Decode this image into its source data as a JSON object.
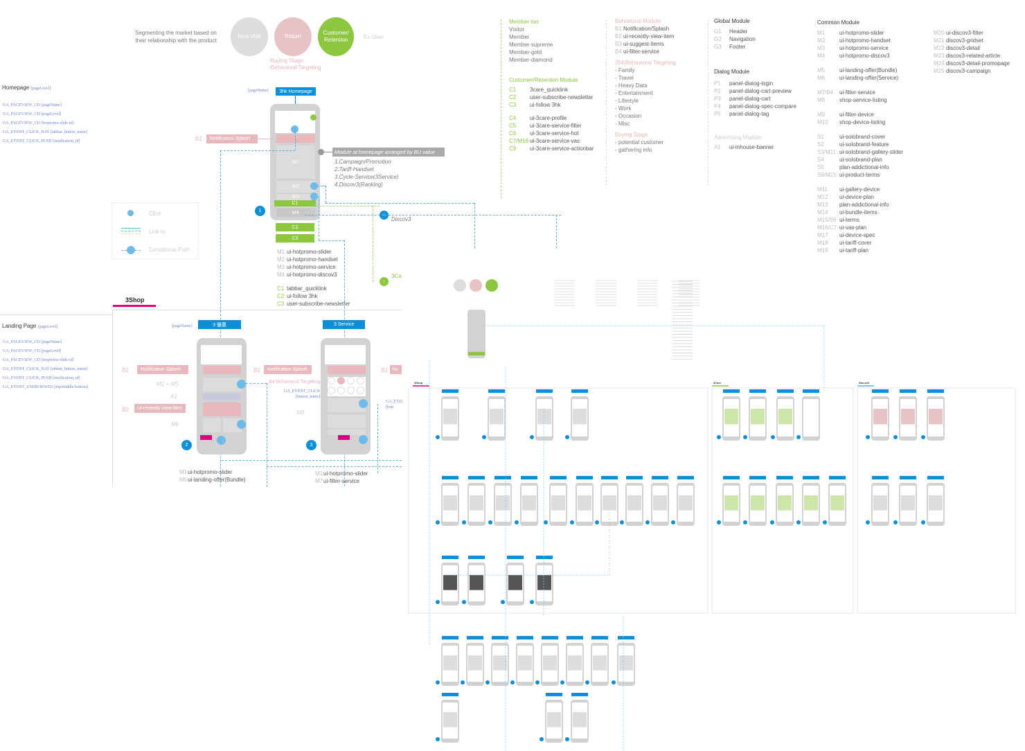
{
  "segmentation": {
    "caption_line1": "Segmenting the market based on",
    "caption_line2": "their relationship with the product",
    "new_visit": "New Visit",
    "return": "Return",
    "customer_retention": "Customer/ Retention",
    "ex_user": "Ex-User",
    "buying_stage": "-Buying Stage",
    "behavioral_targeting": "-Behavioral Targeting"
  },
  "member_tier": {
    "title": "Member-tier",
    "items": [
      "Visitor",
      "Member",
      "Member-supreme",
      "Member-gold",
      "Member-diamond"
    ]
  },
  "customer_retention_module": {
    "title": "Customer/Retention Module",
    "items": [
      [
        "C1",
        "3care_quicklink"
      ],
      [
        "C2",
        "user-subscribe-newsletter"
      ],
      [
        "C3",
        "ui-follow 3hk"
      ],
      [
        "C4",
        "ui-3care-profile"
      ],
      [
        "C5",
        "ui-3care-service-filter"
      ],
      [
        "C6",
        "ui-3care-service-hot"
      ],
      [
        "C7/M16",
        "ui-3care-service-vas"
      ],
      [
        "C9",
        "ui-3care-service-actionbar"
      ]
    ]
  },
  "behavioral_module": {
    "title": "Behavioral Module",
    "items": [
      [
        "B1",
        "Notification/Splash"
      ],
      [
        "B2",
        "ui-recently-view-item"
      ],
      [
        "B3",
        "ui-suggest-items"
      ],
      [
        "B4",
        "ui-filter-service"
      ]
    ],
    "targeting_title": "(B4)Behavioral Targeting",
    "targeting": [
      "- Family",
      "- Travel",
      "- Heavy Data",
      "- Entertainment",
      "- Lifestyle",
      "- Work",
      "- Occasion",
      "- Misc"
    ],
    "buying_title": "Buying Stage",
    "buying": [
      "- potential customer",
      "- gathering info"
    ]
  },
  "global_module": {
    "title": "Global Module",
    "items": [
      [
        "G1",
        "Header"
      ],
      [
        "G2",
        "Navigation"
      ],
      [
        "G3",
        "Footer"
      ]
    ]
  },
  "dialog_module": {
    "title": "Dialog Module",
    "items": [
      [
        "P1",
        "panel-dialog-login"
      ],
      [
        "P2",
        "panel-dialog-cart-preview"
      ],
      [
        "P3",
        "panel-dialog-cart"
      ],
      [
        "P4",
        "panel-dialog-spec-compare"
      ],
      [
        "P5",
        "panel-dialog-tag"
      ]
    ]
  },
  "advertising_module": {
    "title": "Advertising Module",
    "items": [
      [
        "A1",
        "ui-inhouse-banner"
      ]
    ]
  },
  "common_module": {
    "title": "Common Module",
    "groups": [
      [
        [
          "M1",
          "ui-hotpromo-slider"
        ],
        [
          "M2",
          "ui-hotpromo-handset"
        ],
        [
          "M3",
          "ui-hotpromo-service"
        ],
        [
          "M4",
          "ui-hotpromo-discov3"
        ]
      ],
      [
        [
          "M5",
          "ui-landing-offer(Bundle)"
        ],
        [
          "M6",
          "ui-landing-offer(Service)"
        ]
      ],
      [
        [
          "M7/B4",
          "ui-filter-service"
        ],
        [
          "M8",
          "shop-service-listing"
        ]
      ],
      [
        [
          "M9",
          "ui-filter-device"
        ],
        [
          "M10",
          "shop-device-listing"
        ]
      ],
      [
        [
          "S1",
          "ui-solobrand-cover"
        ],
        [
          "S2",
          "ui-solobrand-feature"
        ],
        [
          "S3/M11",
          "ui-solobrand-gallery-slider"
        ],
        [
          "S4",
          "ui-solobrand-plan"
        ],
        [
          "S5",
          "plan-addictional-info"
        ],
        [
          "S6/M15",
          "ui-product-terms"
        ]
      ],
      [
        [
          "M11",
          "ui-gallery-device"
        ],
        [
          "M12",
          "ui-device-plan"
        ],
        [
          "M13",
          "plan-addictional-info"
        ],
        [
          "M14",
          "ui-bundle-items"
        ],
        [
          "M15/S6",
          "ui-terms"
        ],
        [
          "M16/C7",
          "ui-vas-plan"
        ],
        [
          "M17",
          "ui-device-spec"
        ],
        [
          "M18",
          "ui-tariff-cover"
        ],
        [
          "M19",
          "ui-tariff-plan"
        ]
      ]
    ],
    "col2": [
      [
        "M20",
        "ui-discov3-filter"
      ],
      [
        "M21",
        "discov3-gridset"
      ],
      [
        "M22",
        "discov3-detail"
      ],
      [
        "M23",
        "discov3-related-article"
      ],
      [
        "M24",
        "discov3-detail-promopage"
      ],
      [
        "M25",
        "discov3-campaign"
      ]
    ]
  },
  "homepage": {
    "title": "Homepage",
    "level": "[pageLevel]",
    "ga": [
      "GA_PAGEVIEW_CD [pageName]",
      "GA_PAGEVIEW_CD [pageLevel]",
      "GA_PAGEVIEW_CD [hotpromo-slide-id]",
      "GA_EVENT_CLICK_NAV [tabbar_button_name]",
      "GA_EVENT_CLICK_PUSH [notification_id]"
    ],
    "page_name_tag": "[pageName]",
    "page_label": "3hk Homepage",
    "b1": "B1",
    "notification": "Notification Splash",
    "blocks": {
      "m1": "M1",
      "m2": "M2",
      "m3": "M3",
      "c1": "C1",
      "m4": "M4",
      "c2": "C2",
      "c3": "C3"
    },
    "callout": "Module at homepage arranged by BU value",
    "callout_list": [
      "1.Campaign/Promotion",
      "2.Tariff-Handset",
      "3.Cycle-Service(3Service)",
      "4.Discov3(Ranking)"
    ],
    "step": "1",
    "discov3": "Discov3",
    "care": "3Ca",
    "modules": [
      [
        "M1",
        "ui-hotpromo-slider"
      ],
      [
        "M2",
        "ui-hotpromo-handset"
      ],
      [
        "M3",
        "ui-hotpromo-service"
      ],
      [
        "M4",
        "ui-hotpromo-discov3"
      ]
    ],
    "cmodules": [
      [
        "C1",
        "tabbar_quicklink"
      ],
      [
        "C2",
        "ui-follow 3hk"
      ],
      [
        "C3",
        "user-subscribe-newsletter"
      ]
    ]
  },
  "legend": {
    "click": "Click",
    "link": "Link to",
    "conditional": "Conditional Path"
  },
  "section": {
    "shop": "3Shop"
  },
  "landing": {
    "title": "Landing Page",
    "level": "[pageLevel]",
    "ga": [
      "GA_PAGEVIEW_CD [pageName]",
      "GA_PAGEVIEW_CD [pageLevel]",
      "GA_PAGEVIEW_CD [hotpromo-slide-id]",
      "GA_EVENT_CLICK_NAV [tabbar_button_name]",
      "GA_EVENT_CLICK_PUSH [notification_id]",
      "GA_EVENT_USERVIEWED [top/middle/bottom]"
    ],
    "page_name_tag": "[pageName]",
    "offer_label": "3 優惠",
    "service_label": "3 Service",
    "b1": "B1",
    "notification": "Notification Splash",
    "m1m5": "M1 + M5",
    "a1": "A1",
    "b2": "B2",
    "recent": "ui-recently-view-item",
    "m6": "M6",
    "b4": "B4",
    "b4_text": "Behavioral Targeting",
    "ga_click_1": "GA_EVENT_CLICK",
    "ga_click_2": "[button_name]",
    "m8": "M8",
    "b1_3": "B1",
    "no": "No",
    "ga_cut_1": "GA_EVD",
    "ga_cut_2": "[butt",
    "step2": "2",
    "step3": "3",
    "list2": [
      [
        "M1",
        "ui-hotpromo-slider"
      ],
      [
        "M5",
        "ui-landing-offer(Bundle)"
      ]
    ],
    "list3": [
      [
        "M1",
        "ui-hotpromo-slider"
      ],
      [
        "M7",
        "ui-filter-service"
      ]
    ]
  },
  "overview": {
    "shop": "3Shop",
    "care": "3Care",
    "discov": "Discov3"
  },
  "colors": {
    "blue": "#0a8fd8",
    "green": "#8dc63f",
    "pink": "#e8b9bc",
    "magenta": "#e0007a"
  }
}
